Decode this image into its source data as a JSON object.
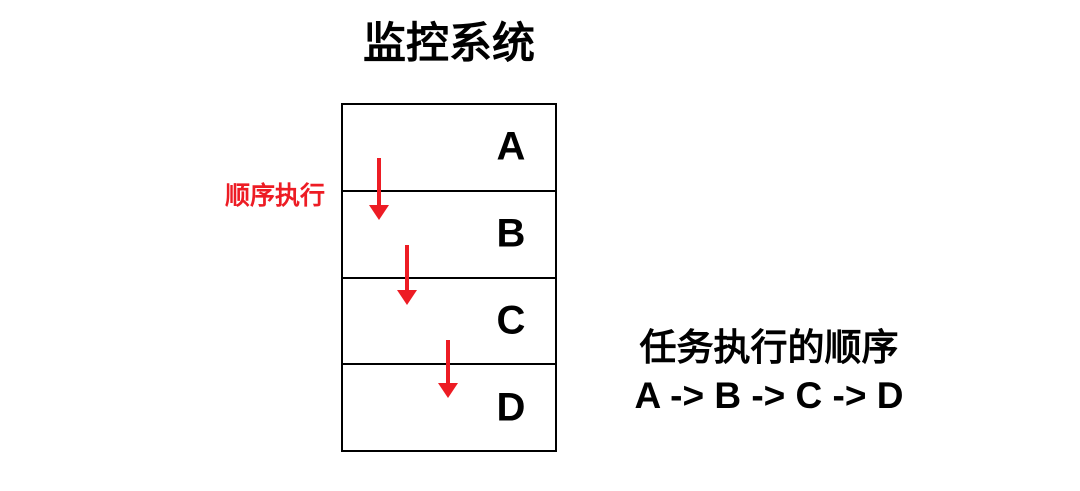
{
  "title": "监控系统",
  "sequence_label": "顺序执行",
  "tasks": [
    "A",
    "B",
    "C",
    "D"
  ],
  "note": {
    "line1": "任务执行的顺序",
    "line2": "A -> B -> C -> D"
  },
  "icons": {
    "arrows": [
      "down-arrow",
      "down-arrow",
      "down-arrow"
    ]
  },
  "colors": {
    "accent_red": "#ed1c24",
    "text": "#000000",
    "background": "#ffffff",
    "table_border": "#000000"
  }
}
